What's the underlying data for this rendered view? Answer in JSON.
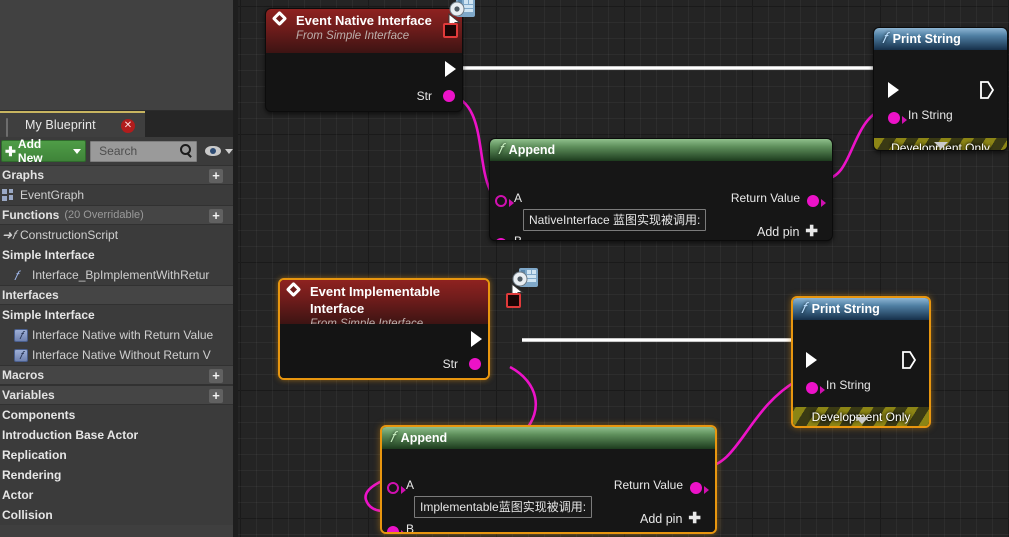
{
  "left_panel": {
    "tab": {
      "label": "My Blueprint",
      "icon": "book-icon",
      "close_icon": "close-icon"
    },
    "toolbar": {
      "add_new_label": "Add New",
      "search_placeholder": "Search",
      "search_value": "",
      "search_icon": "search-icon",
      "eye_icon": "eye-icon",
      "caret_icon": "chevron-down-icon"
    },
    "sections": [
      {
        "title": "Graphs",
        "subtitle": "",
        "has_add": true,
        "items": [
          {
            "label": "EventGraph",
            "icon": "graph-icon",
            "indent": 0,
            "type": "item"
          }
        ]
      },
      {
        "title": "Functions",
        "subtitle": "(20 Overridable)",
        "has_add": true,
        "items": [
          {
            "label": "ConstructionScript",
            "icon": "construction-script-icon",
            "indent": 0,
            "type": "item"
          },
          {
            "label": "Simple Interface",
            "icon": "",
            "indent": 0,
            "type": "category"
          },
          {
            "label": "Interface_BpImplementWithRetur",
            "icon": "function-icon",
            "indent": 1,
            "type": "item"
          }
        ]
      },
      {
        "title": "Interfaces",
        "subtitle": "",
        "has_add": false,
        "items": [
          {
            "label": "Simple Interface",
            "icon": "",
            "indent": 0,
            "type": "category"
          },
          {
            "label": "Interface Native with Return Value",
            "icon": "interface-icon",
            "indent": 1,
            "type": "item"
          },
          {
            "label": "Interface Native Without Return V",
            "icon": "interface-icon",
            "indent": 1,
            "type": "item"
          }
        ]
      },
      {
        "title": "Macros",
        "subtitle": "",
        "has_add": true,
        "items": []
      },
      {
        "title": "Variables",
        "subtitle": "",
        "has_add": true,
        "items": [
          {
            "label": "Components",
            "icon": "",
            "indent": 0,
            "type": "category"
          },
          {
            "label": "Introduction Base Actor",
            "icon": "",
            "indent": 0,
            "type": "category"
          },
          {
            "label": "Replication",
            "icon": "",
            "indent": 0,
            "type": "category"
          },
          {
            "label": "Rendering",
            "icon": "",
            "indent": 0,
            "type": "category"
          },
          {
            "label": "Actor",
            "icon": "",
            "indent": 0,
            "type": "category"
          },
          {
            "label": "Collision",
            "icon": "",
            "indent": 0,
            "type": "category"
          }
        ]
      }
    ]
  },
  "graph": {
    "nodes": {
      "event_native": {
        "title": "Event Native Interface",
        "subtitle": "From Simple Interface",
        "out_pin_label": "Str",
        "badge_icon": "gear-node-icon",
        "selected": false
      },
      "event_implementable": {
        "title": "Event Implementable Interface",
        "subtitle": "From Simple Interface",
        "out_pin_label": "Str",
        "badge_icon": "gear-node-icon",
        "selected": true
      },
      "append_top": {
        "title": "Append",
        "pin_a": "A",
        "pin_b": "B",
        "a_value": "NativeInterface 蓝图实现被调用:",
        "return_label": "Return Value",
        "add_pin_label": "Add pin",
        "selected": false
      },
      "append_bottom": {
        "title": "Append",
        "pin_a": "A",
        "pin_b": "B",
        "a_value": "Implementable蓝图实现被调用:",
        "return_label": "Return Value",
        "add_pin_label": "Add pin",
        "selected": true
      },
      "print_top": {
        "title": "Print String",
        "in_string_label": "In String",
        "dev_only_label": "Development Only",
        "selected": false
      },
      "print_bottom": {
        "title": "Print String",
        "in_string_label": "In String",
        "dev_only_label": "Development Only",
        "selected": true
      }
    },
    "colors": {
      "string_pin": "#ec12c8",
      "exec_wire": "#ffffff",
      "selection": "#e8960f",
      "event_header": "#6e1c1b",
      "function_header_green": "#5e8f5b",
      "function_header_blue": "#4f7fa3"
    }
  }
}
